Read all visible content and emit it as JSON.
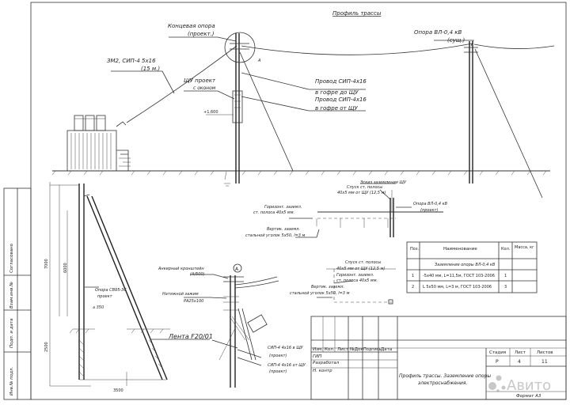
{
  "profile": {
    "title": "Профиль трассы",
    "end_pole_line1": "Концевая опора",
    "end_pole_line2": "(проект.)",
    "existing_pole_line1": "Опора ВЛ-0,4 кВ",
    "existing_pole_line2": "(сущ.)",
    "cable_line1": "ЗМ2, СИП-4 5х16",
    "cable_line2": "(15 м.)",
    "shu_line1": "ЩУ проект",
    "shu_line2": "с оконом",
    "wire_to_line1": "Провод СИП-4х16",
    "wire_to_line2": "в гофре до ЩУ",
    "wire_from_line1": "Провод СИП-4х16",
    "wire_from_line2": "в гофре от ЩУ",
    "level_mark": "+1,600",
    "marker_a": "А"
  },
  "grounding": {
    "shu_ground": "Эскиз заземления ЩУ",
    "descent_line1": "Спуск ст. полосы",
    "descent_line2": "40х5 мм от ЩУ (12,5 м)",
    "pole_label_line1": "Опора ВЛ-0,4 кВ",
    "pole_label_line2": "(проект)",
    "horiz_line1": "Горизонт. заземл.",
    "horiz_line2": "ст. полоса 40х5 мм.",
    "vert_line1": "Вертик. заземл.",
    "vert_line2": "стальной уголок 5х50, l=3 м",
    "descent2_line1": "Спуск ст. полосы",
    "descent2_line2": "40х5 мм от ЩУ (12,5 м)",
    "horiz2_line1": "Горизонт. заземл.",
    "horiz2_line2": "ст. полоса 40х5 мм.",
    "vert2_line1": "Вертик. заземл.",
    "vert2_line2": "стальной уголок 5х50, l=3 м"
  },
  "pole_detail": {
    "support_label_line1": "Опора СВ95-3С",
    "support_label_line2": "проект",
    "diameter": "⌀ 350",
    "dim_height": "7000",
    "dim_inner": "6000",
    "dim_bottom": "3500",
    "dim_depth": "2500",
    "strip": "Лента F20/01"
  },
  "node_a": {
    "marker": "А",
    "anchor_line1": "Анкерный кронштейн",
    "anchor_line2": "(А/500)",
    "clamp_line1": "Натяжной зажим",
    "clamp_line2": "РА25х100",
    "sip_to_line1": "СИП-4 4х16 в ЩУ",
    "sip_to_line2": "(проект)",
    "sip_from_line1": "СИП-4 4х16 от ЩУ",
    "sip_from_line2": "(проект)"
  },
  "spec_table": {
    "headers": [
      "Поз.",
      "Наименование",
      "Кол.",
      "Масса, кг"
    ],
    "group_title": "Заземление опоры ВЛ-0,4 кВ",
    "rows": [
      {
        "pos": "1",
        "name": "-5х40 мм, L=11,5м, ГОСТ 103-2006",
        "qty": "1",
        "mass": ""
      },
      {
        "pos": "2",
        "name": "L 5х50 мм, L=3 м, ГОСТ 103-2006",
        "qty": "3",
        "mass": ""
      }
    ]
  },
  "title_block": {
    "h_izm": "Изм.",
    "h_kol": "Кол.",
    "h_list": "Лист",
    "h_doc": "№Док",
    "h_sign": "Подпись",
    "h_date": "Дата",
    "r_gip": "ГИП",
    "r_dev": "Разработал",
    "r_norm": "Н. контр",
    "stage_label": "Стадия",
    "sheet_label": "Лист",
    "sheets_label": "Листов",
    "stage_value": "Р",
    "sheet_value": "4",
    "sheets_value": "11",
    "sheet_title_line1": "Профиль трассы. Заземление опоры",
    "sheet_title_line2": "электроснабжения.",
    "format": "Формат А3"
  },
  "side_stamp": {
    "agreed": "Согласовано",
    "replaced": "Взам.инв.№",
    "sign_date": "Подп. и дата",
    "inv_orig": "Инв.№ подл."
  },
  "watermark": "Авито"
}
